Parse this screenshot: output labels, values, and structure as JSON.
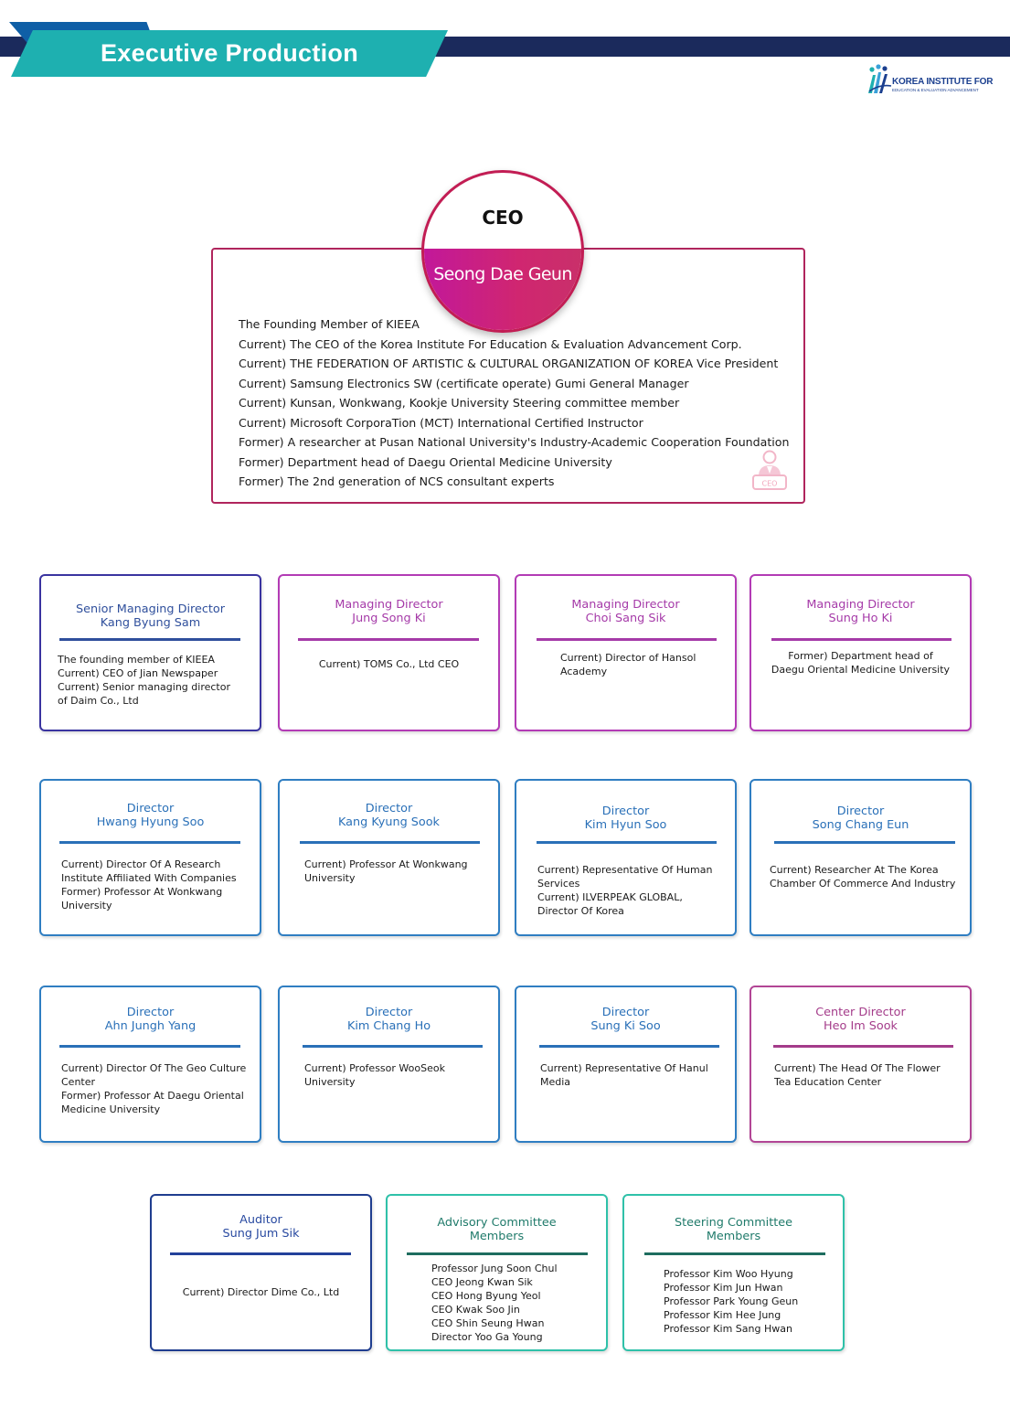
{
  "header": {
    "title": "Executive Production",
    "logo": {
      "line1": "KOREA INSTITUTE FOR",
      "line2": "EDUCATION & EVALUATION ADVANCEMENT"
    }
  },
  "ceo": {
    "role": "CEO",
    "name": "Seong Dae Geun",
    "badge_text": "CEO",
    "lines": [
      "The Founding Member of KIEEA",
      "Current) The CEO of the Korea Institute For Education & Evaluation Advancement Corp.",
      "Current) THE FEDERATION OF ARTISTIC & CULTURAL ORGANIZATION OF KOREA Vice President",
      "Current) Samsung Electronics SW (certificate operate) Gumi General Manager",
      "Current) Kunsan, Wonkwang, Kookje University Steering committee member",
      "Current) Microsoft CorporaTion (MCT) International Certified Instructor",
      "Former) A researcher at Pusan National University's Industry-Academic Cooperation Foundation",
      "Former) Department head of Daegu Oriental Medicine University",
      "Former) The 2nd generation of NCS consultant experts"
    ]
  },
  "cards": [
    {
      "title1": "Senior Managing Director",
      "title2": "Kang Byung Sam",
      "lines": [
        "The founding member of KIEEA",
        "Current) CEO of Jian Newspaper",
        "Current) Senior managing director",
        "of Daim Co., Ltd"
      ]
    },
    {
      "title1": "Managing Director",
      "title2": "Jung Song Ki",
      "lines": [
        "Current) TOMS Co., Ltd CEO"
      ]
    },
    {
      "title1": "Managing Director",
      "title2": "Choi Sang Sik",
      "lines": [
        "Current) Director of Hansol",
        "Academy"
      ]
    },
    {
      "title1": "Managing Director",
      "title2": "Sung Ho Ki",
      "lines": [
        "Former) Department head of",
        "Daegu Oriental Medicine University"
      ]
    },
    {
      "title1": "Director",
      "title2": "Hwang Hyung Soo",
      "lines": [
        "Current) Director Of A Research",
        "Institute Affiliated With Companies",
        "Former) Professor At Wonkwang",
        "University"
      ]
    },
    {
      "title1": "Director",
      "title2": "Kang Kyung Sook",
      "lines": [
        "Current) Professor At Wonkwang",
        "University"
      ]
    },
    {
      "title1": "Director",
      "title2": "Kim Hyun Soo",
      "lines": [
        "Current) Representative Of Human",
        "Services",
        "Current) ILVERPEAK GLOBAL,",
        "Director Of Korea"
      ]
    },
    {
      "title1": "Director",
      "title2": "Song Chang Eun",
      "lines": [
        "Current) Researcher At The Korea",
        "Chamber Of Commerce And Industry"
      ]
    },
    {
      "title1": "Director",
      "title2": "Ahn Jungh Yang",
      "lines": [
        "Current) Director Of The Geo Culture",
        "Center",
        "Former) Professor At Daegu Oriental",
        "Medicine University"
      ]
    },
    {
      "title1": "Director",
      "title2": "Kim Chang Ho",
      "lines": [
        "Current) Professor WooSeok",
        "University"
      ]
    },
    {
      "title1": "Director",
      "title2": "Sung Ki Soo",
      "lines": [
        "Current) Representative Of Hanul",
        "Media"
      ]
    },
    {
      "title1": "Center Director",
      "title2": "Heo Im Sook",
      "lines": [
        "Current) The Head Of The Flower",
        "Tea Education Center"
      ]
    },
    {
      "title1": "Auditor",
      "title2": "Sung Jum Sik",
      "lines": [
        "Current) Director Dime Co., Ltd"
      ]
    },
    {
      "title1": "Advisory Committee",
      "title2": "Members",
      "lines": [
        "Professor Jung Soon Chul",
        "CEO Jeong Kwan Sik",
        "CEO Hong Byung Yeol",
        "CEO Kwak Soo Jin",
        "CEO Shin Seung Hwan",
        "Director Yoo Ga Young"
      ]
    },
    {
      "title1": "Steering Committee",
      "title2": "Members",
      "lines": [
        "Professor Kim Woo Hyung",
        "Professor Kim Jun Hwan",
        "Professor Park Young Geun",
        "Professor Kim Hee Jung",
        "Professor Kim Sang Hwan"
      ]
    }
  ]
}
